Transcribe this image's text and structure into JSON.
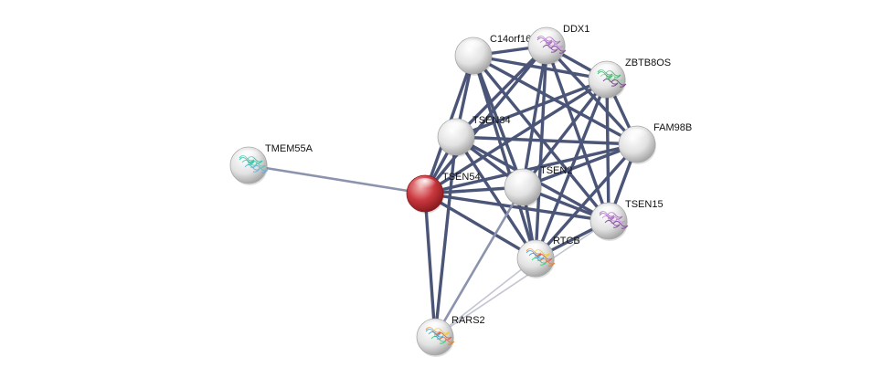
{
  "network": {
    "nodes": [
      {
        "id": "C14orf166",
        "label": "C14orf166",
        "color": "#e6e6e6",
        "icon": "none"
      },
      {
        "id": "DDX1",
        "label": "DDX1",
        "color": "#e6e6e6",
        "icon": "protein-structure-purple"
      },
      {
        "id": "ZBTB8OS",
        "label": "ZBTB8OS",
        "color": "#e6e6e6",
        "icon": "protein-structure-green"
      },
      {
        "id": "FAM98B",
        "label": "FAM98B",
        "color": "#e6e6e6",
        "icon": "none"
      },
      {
        "id": "TSEN34",
        "label": "TSEN34",
        "color": "#e6e6e6",
        "icon": "none"
      },
      {
        "id": "TMEM55A",
        "label": "TMEM55A",
        "color": "#e6e6e6",
        "icon": "protein-structure-teal"
      },
      {
        "id": "TSEN54",
        "label": "TSEN54",
        "color": "#c0272d",
        "icon": "none",
        "query": true
      },
      {
        "id": "TSEN2",
        "label": "TSEN2",
        "color": "#e6e6e6",
        "icon": "none"
      },
      {
        "id": "TSEN15",
        "label": "TSEN15",
        "color": "#e6e6e6",
        "icon": "protein-structure-purple"
      },
      {
        "id": "RTCB",
        "label": "RTCB",
        "color": "#e6e6e6",
        "icon": "protein-structure-multicolor"
      },
      {
        "id": "RARS2",
        "label": "RARS2",
        "color": "#e6e6e6",
        "icon": "protein-structure-multicolor"
      }
    ],
    "edges": [
      {
        "source": "TMEM55A",
        "target": "TSEN54",
        "strength": "medium"
      },
      {
        "source": "TSEN54",
        "target": "TSEN34",
        "strength": "strong"
      },
      {
        "source": "TSEN54",
        "target": "C14orf166",
        "strength": "strong"
      },
      {
        "source": "TSEN54",
        "target": "DDX1",
        "strength": "strong"
      },
      {
        "source": "TSEN54",
        "target": "ZBTB8OS",
        "strength": "strong"
      },
      {
        "source": "TSEN54",
        "target": "FAM98B",
        "strength": "strong"
      },
      {
        "source": "TSEN54",
        "target": "TSEN2",
        "strength": "strong"
      },
      {
        "source": "TSEN54",
        "target": "TSEN15",
        "strength": "strong"
      },
      {
        "source": "TSEN54",
        "target": "RTCB",
        "strength": "strong"
      },
      {
        "source": "TSEN54",
        "target": "RARS2",
        "strength": "strong"
      },
      {
        "source": "TSEN34",
        "target": "C14orf166",
        "strength": "strong"
      },
      {
        "source": "TSEN34",
        "target": "DDX1",
        "strength": "strong"
      },
      {
        "source": "TSEN34",
        "target": "ZBTB8OS",
        "strength": "strong"
      },
      {
        "source": "TSEN34",
        "target": "FAM98B",
        "strength": "strong"
      },
      {
        "source": "TSEN34",
        "target": "TSEN2",
        "strength": "strong"
      },
      {
        "source": "TSEN34",
        "target": "TSEN15",
        "strength": "strong"
      },
      {
        "source": "TSEN34",
        "target": "RTCB",
        "strength": "strong"
      },
      {
        "source": "TSEN34",
        "target": "RARS2",
        "strength": "strong"
      },
      {
        "source": "C14orf166",
        "target": "DDX1",
        "strength": "strong"
      },
      {
        "source": "C14orf166",
        "target": "ZBTB8OS",
        "strength": "strong"
      },
      {
        "source": "C14orf166",
        "target": "FAM98B",
        "strength": "strong"
      },
      {
        "source": "C14orf166",
        "target": "TSEN2",
        "strength": "strong"
      },
      {
        "source": "C14orf166",
        "target": "TSEN15",
        "strength": "strong"
      },
      {
        "source": "C14orf166",
        "target": "RTCB",
        "strength": "strong"
      },
      {
        "source": "DDX1",
        "target": "ZBTB8OS",
        "strength": "strong"
      },
      {
        "source": "DDX1",
        "target": "FAM98B",
        "strength": "strong"
      },
      {
        "source": "DDX1",
        "target": "TSEN2",
        "strength": "strong"
      },
      {
        "source": "DDX1",
        "target": "TSEN15",
        "strength": "strong"
      },
      {
        "source": "DDX1",
        "target": "RTCB",
        "strength": "strong"
      },
      {
        "source": "ZBTB8OS",
        "target": "FAM98B",
        "strength": "strong"
      },
      {
        "source": "ZBTB8OS",
        "target": "TSEN2",
        "strength": "strong"
      },
      {
        "source": "ZBTB8OS",
        "target": "TSEN15",
        "strength": "strong"
      },
      {
        "source": "ZBTB8OS",
        "target": "RTCB",
        "strength": "strong"
      },
      {
        "source": "FAM98B",
        "target": "TSEN2",
        "strength": "strong"
      },
      {
        "source": "FAM98B",
        "target": "TSEN15",
        "strength": "strong"
      },
      {
        "source": "FAM98B",
        "target": "RTCB",
        "strength": "strong"
      },
      {
        "source": "TSEN2",
        "target": "TSEN15",
        "strength": "strong"
      },
      {
        "source": "TSEN2",
        "target": "RTCB",
        "strength": "strong"
      },
      {
        "source": "TSEN2",
        "target": "RARS2",
        "strength": "medium"
      },
      {
        "source": "TSEN15",
        "target": "RTCB",
        "strength": "strong"
      },
      {
        "source": "TSEN15",
        "target": "RARS2",
        "strength": "weak"
      },
      {
        "source": "RTCB",
        "target": "RARS2",
        "strength": "weak"
      }
    ],
    "edge_colors": {
      "strong": "#4a5578",
      "medium": "#8b93ad",
      "weak": "#c2c6d2"
    }
  }
}
